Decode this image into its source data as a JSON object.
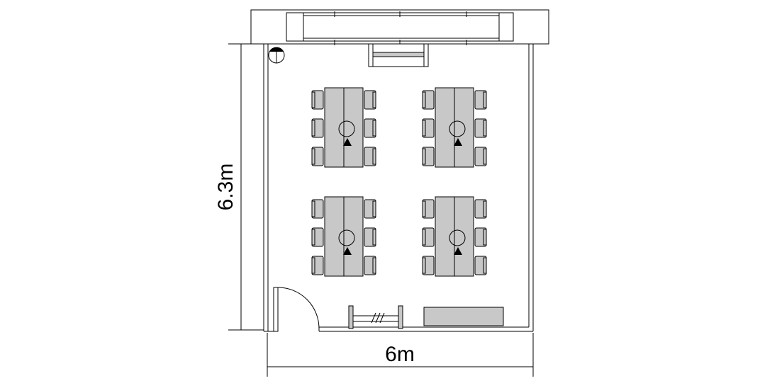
{
  "dimensions": {
    "height_label": "6.3m",
    "width_label": "6m"
  },
  "tables": [
    {
      "id": "table-1",
      "chairs_per_side": 3
    },
    {
      "id": "table-2",
      "chairs_per_side": 3
    },
    {
      "id": "table-3",
      "chairs_per_side": 3
    },
    {
      "id": "table-4",
      "chairs_per_side": 3
    }
  ],
  "colors": {
    "furniture_fill": "#c8c8c8",
    "line": "#000000"
  }
}
